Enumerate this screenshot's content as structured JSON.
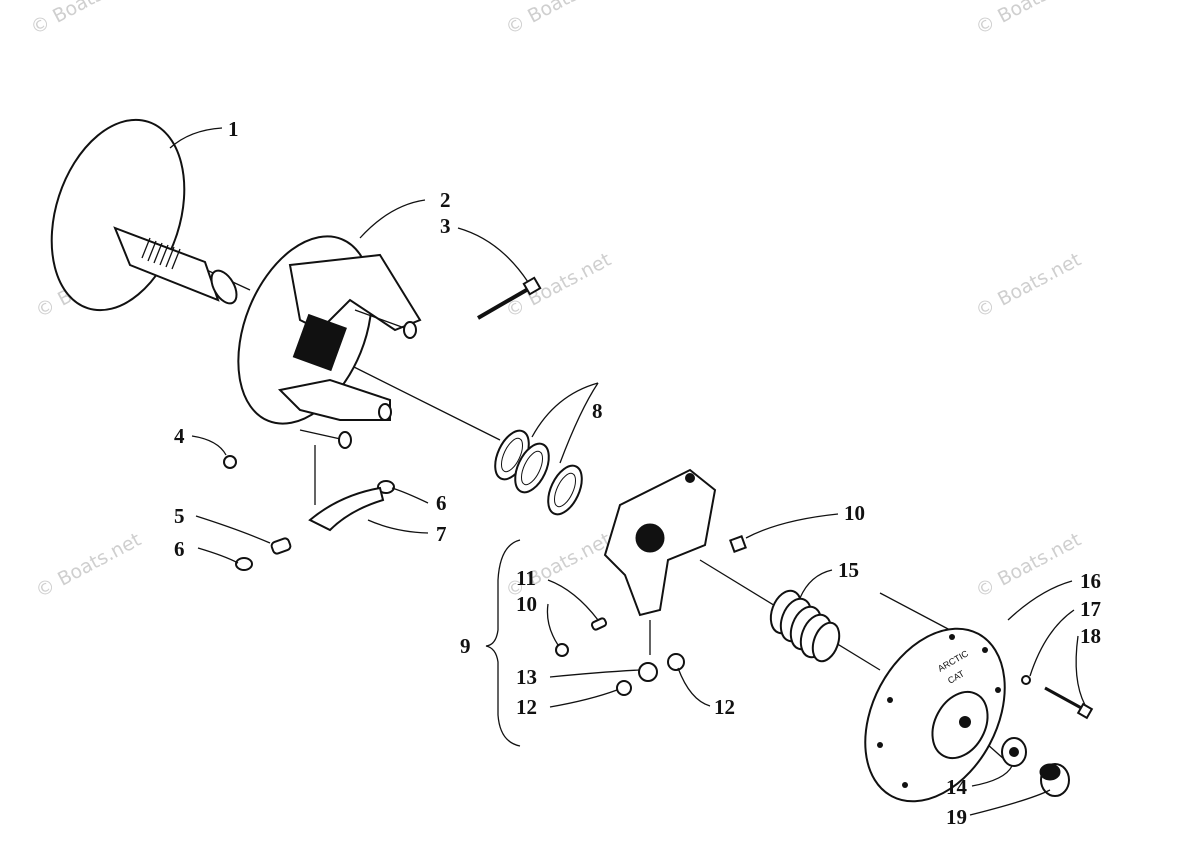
{
  "watermark": "© Boats.net",
  "callouts": {
    "c1": "1",
    "c2": "2",
    "c3": "3",
    "c4": "4",
    "c5": "5",
    "c6a": "6",
    "c6b": "6",
    "c7": "7",
    "c8": "8",
    "c9": "9",
    "c10a": "10",
    "c10b": "10",
    "c11": "11",
    "c12a": "12",
    "c12b": "12",
    "c13": "13",
    "c14": "14",
    "c15": "15",
    "c16": "16",
    "c17": "17",
    "c18": "18",
    "c19": "19"
  },
  "cover_text": [
    "ARCTIC",
    "CAT"
  ]
}
